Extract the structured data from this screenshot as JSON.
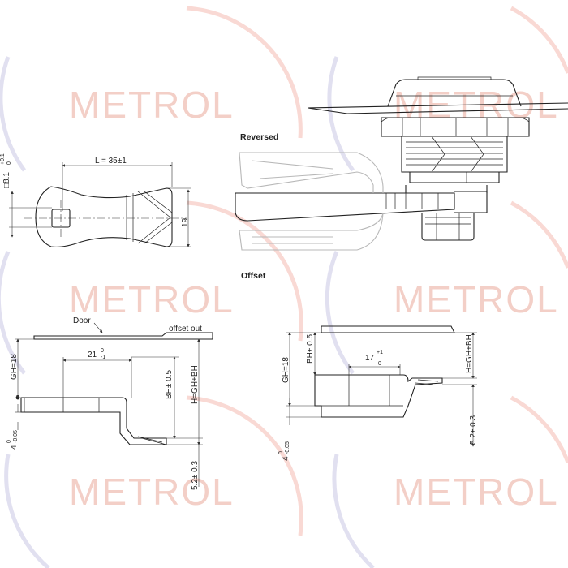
{
  "watermark": {
    "brand": "METROL",
    "arc_color_red": "#f4b9b0",
    "arc_color_blue": "#c9c6e4"
  },
  "views": {
    "reversed_label": "Reversed",
    "offset_label": "Offset"
  },
  "cam_dimensions": {
    "square": "□8.1",
    "square_tol_top": "+0.1",
    "square_tol_bottom": "0",
    "length": "L = 35±1",
    "width": "19"
  },
  "offset_out_view": {
    "door_label": "Door",
    "title": "offset out",
    "gh": "GH=18",
    "width_main": "21",
    "width_tol_top": "0",
    "width_tol_bottom": "-1",
    "bh": "BH± 0.5",
    "h": "H=GH+BH",
    "thickness_main": "4",
    "thickness_tol_top": "0",
    "thickness_tol_bottom": "-0.05",
    "offset": "5.2± 0.3"
  },
  "offset_in_view": {
    "gh": "GH=18",
    "width_main": "17",
    "width_tol_top": "+1",
    "width_tol_bottom": "0",
    "bh": "BH± 0.5",
    "h": "H=GH+BH",
    "thickness_main": "4",
    "thickness_tol_top": "0",
    "thickness_tol_bottom": "-0.05",
    "offset": "5.2± 0.3"
  }
}
